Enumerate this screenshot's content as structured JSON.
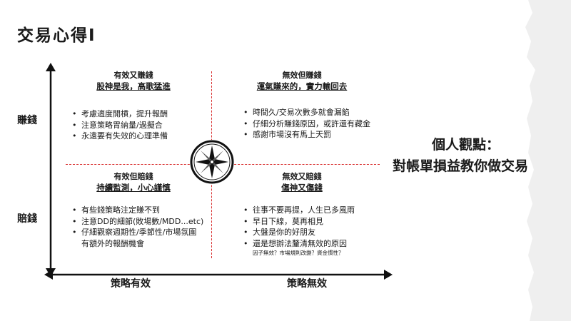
{
  "title": "交易心得I",
  "y_axis": {
    "top_label": "賺錢",
    "bottom_label": "賠錢"
  },
  "x_axis": {
    "left_label": "策略有效",
    "right_label": "策略無效"
  },
  "quadrants": {
    "top_left": {
      "heading": "有效又賺錢",
      "subheading": "股神是我，高歌猛進",
      "bullets": [
        "考慮適度開槓，提升報酬",
        "注意策略胃納量/過擬合",
        "永遠要有失效的心理準備"
      ]
    },
    "top_right": {
      "heading": "無效但賺錢",
      "subheading": "運氣賺來的，實力輸回去",
      "bullets": [
        "時間久/交易次數多就會漏餡",
        "仔細分析賺錢原因，或許還有藏金",
        "感謝市場沒有馬上天罰"
      ]
    },
    "bottom_left": {
      "heading": "有效但賠錢",
      "subheading": "持續監測，小心謹慎",
      "bullets": [
        "有些錢策略注定賺不到",
        "注意DD的細節(敗場數/MDD...etc)",
        "仔細觀察週期性/季節性/市場氛圍",
        "有額外的報酬機會"
      ]
    },
    "bottom_right": {
      "heading": "無效又賠錢",
      "subheading": "傷神又傷錢",
      "bullets": [
        "往事不要再提，人生已多風雨",
        "早日下線，莫再相見",
        "大盤是你的好朋友",
        "還是想辦法釐清無效的原因"
      ],
      "note": "因子無效？市場規則改變？資金慣性？"
    }
  },
  "side_panel": {
    "line1": "個人觀點：",
    "line2": "對帳單損益教你做交易"
  },
  "icons": {
    "center": "compass-icon",
    "bullet": "•"
  },
  "colors": {
    "divider": "#d93030",
    "text": "#1a1a1a",
    "paper": "#efefef"
  }
}
